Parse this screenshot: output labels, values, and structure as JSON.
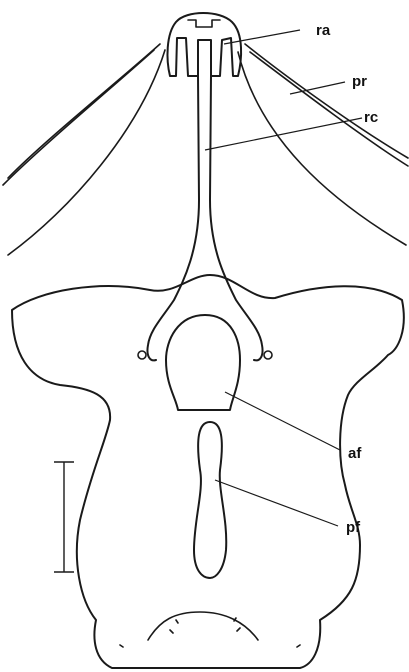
{
  "labels": {
    "ra": "ra",
    "pr": "pr",
    "rc": "rc",
    "af": "af",
    "pf": "pf"
  },
  "colors": {
    "ink": "#1a1a1a",
    "background": "#ffffff"
  }
}
